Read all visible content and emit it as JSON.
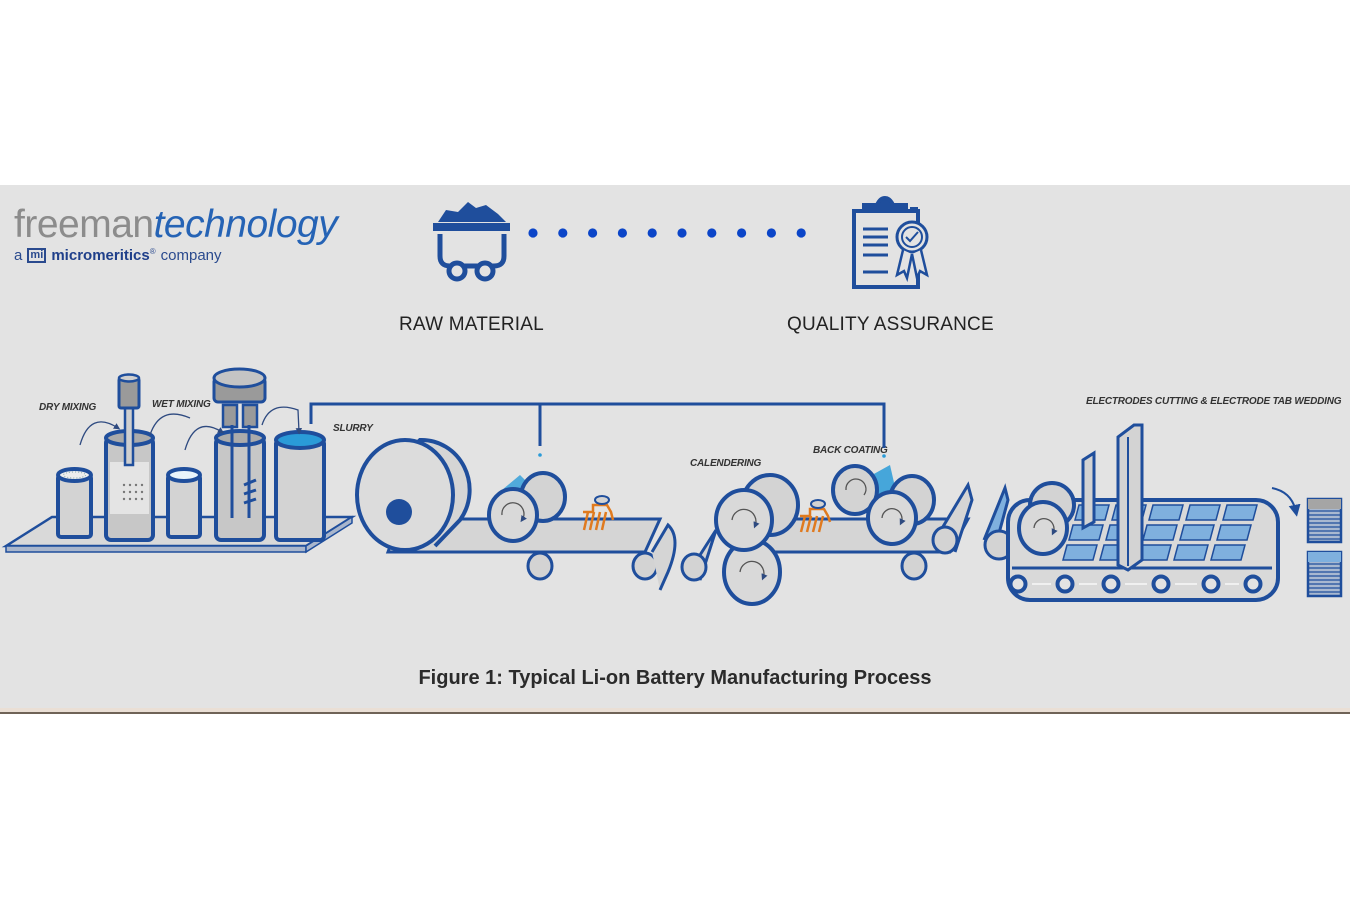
{
  "logo": {
    "word1": "freeman",
    "word2": "technology",
    "prefix": "a",
    "badge": "mi",
    "brand": "micromeritics",
    "registered": "®",
    "suffix": "company"
  },
  "stages": {
    "raw_material": "RAW MATERIAL",
    "quality_assurance": "QUALITY ASSURANCE",
    "connector_dot_count": 10
  },
  "process_steps": [
    {
      "id": "dry-mixing",
      "label": "DRY MIXING"
    },
    {
      "id": "wet-mixing",
      "label": "WET MIXING"
    },
    {
      "id": "slurry",
      "label": "SLURRY"
    },
    {
      "id": "calendering",
      "label": "CALENDERING"
    },
    {
      "id": "back-coating",
      "label": "BACK COATING"
    },
    {
      "id": "electrode-cutting",
      "label": "ELECTRODES CUTTING & ELECTRODE TAB WEDDING"
    }
  ],
  "caption": "Figure 1: Typical Li-on Battery Manufacturing Process",
  "colors": {
    "panel_bg": "#e3e3e3",
    "line_blue": "#1f4e9c",
    "dot_blue": "#0b45c8",
    "fill_grey": "#d3d3d3",
    "slurry_blue": "#2a9bd8",
    "dryer_orange": "#e07a1f",
    "electrode_blue": "#7fb0de"
  },
  "icons": {
    "raw_material": "mine-cart-icon",
    "quality_assurance": "certificate-clipboard-icon"
  }
}
